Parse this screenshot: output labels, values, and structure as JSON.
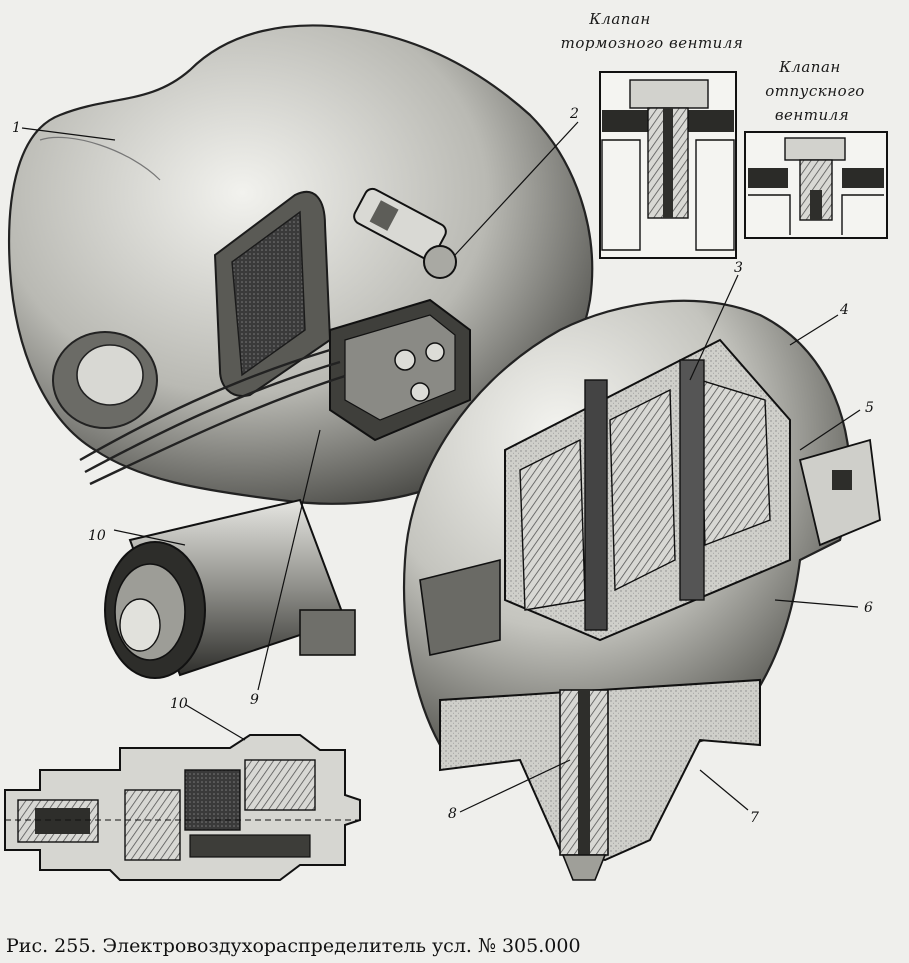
{
  "callouts": [
    "1",
    "2",
    "3",
    "4",
    "5",
    "6",
    "7",
    "8",
    "9",
    "10",
    "10"
  ],
  "inset_brake_title": [
    "Клапан",
    "тормозного вентиля"
  ],
  "inset_release_title": [
    "Клапан",
    "отпускного",
    "вентиля"
  ],
  "caption": "Рис. 255. Электровоздухораспределитель усл. № 305.000"
}
